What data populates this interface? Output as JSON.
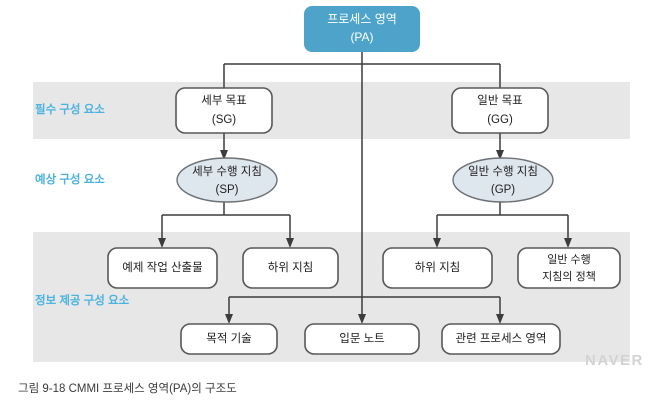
{
  "figure": {
    "caption": "그림 9-18 CMMI 프로세스 영역(PA)의 구조도",
    "watermark": "NAVER",
    "colors": {
      "pa_fill": "#4ea3cb",
      "band_fill": "#e7e7e7",
      "ellipse_fill": "#dfe7ee",
      "row_label": "#4bb3e0",
      "box_stroke": "#58585a",
      "link_stroke": "#3c3c3e",
      "background": "#ffffff"
    }
  },
  "row_labels": [
    {
      "id": "required",
      "text": "필수 구성 요소"
    },
    {
      "id": "expected",
      "text": "예상 구성 요소"
    },
    {
      "id": "informative",
      "text": "정보 제공 구성 요소"
    }
  ],
  "nodes": {
    "pa": {
      "line1": "프로세스 영역",
      "line2": "(PA)"
    },
    "sg": {
      "line1": "세부 목표",
      "line2": "(SG)"
    },
    "gg": {
      "line1": "일반 목표",
      "line2": "(GG)"
    },
    "sp": {
      "line1": "세부 수행 지침",
      "line2": "(SP)"
    },
    "gp": {
      "line1": "일반 수행 지침",
      "line2": "(GP)"
    },
    "example_work_product": {
      "line1": "예제 작업 산출물",
      "line2": ""
    },
    "subpractice_sp": {
      "line1": "하위 지침",
      "line2": ""
    },
    "subpractice_gp": {
      "line1": "하위 지침",
      "line2": ""
    },
    "gp_policy": {
      "line1": "일반 수행",
      "line2": "지침의 정책"
    },
    "purpose_statement": {
      "line1": "목적 기술",
      "line2": ""
    },
    "introductory_notes": {
      "line1": "입문 노트",
      "line2": ""
    },
    "related_process_areas": {
      "line1": "관련 프로세스 영역",
      "line2": ""
    }
  }
}
